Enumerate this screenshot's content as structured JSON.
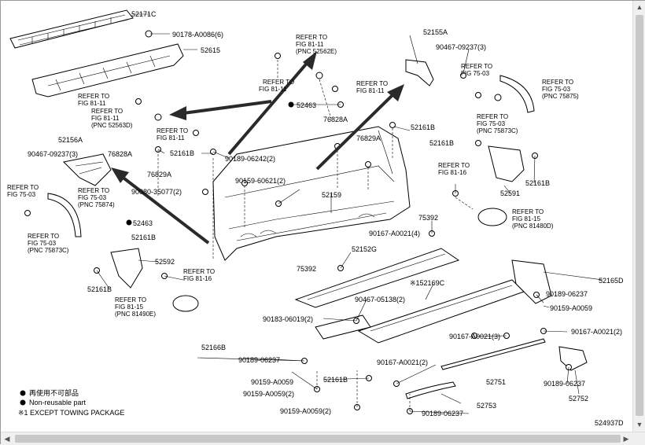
{
  "diagram": {
    "drawing_id": "524937D",
    "parts": {
      "p52171C": "52171C",
      "p90178": "90178-A0086(6)",
      "p52615": "52615",
      "p52155A": "52155A",
      "p90467_r": "90467-09237(3)",
      "p52463_a": "52463",
      "p76828A_r": "76828A",
      "p52161B_a": "52161B",
      "p52161B_b": "52161B",
      "p76829A_r": "76829A",
      "p52156A": "52156A",
      "p90467_l": "90467-09237(3)",
      "p76828A_l": "76828A",
      "p52161B_c": "52161B",
      "p76829A_l": "76829A",
      "p90189_l": "90189-06242(2)",
      "p90159_60621": "90159-60621(2)",
      "p90080": "90080-35077(2)",
      "p52159": "52159",
      "p52463_b": "52463",
      "p52161B_d": "52161B",
      "p52592": "52592",
      "p52161B_e": "52161B",
      "p52591": "52591",
      "p52161B_f": "52161B",
      "p75392_a": "75392",
      "p90167_a": "90167-A0021(4)",
      "p52152G": "52152G",
      "p75392_b": "75392",
      "p52169C": "※152169C",
      "p90467_05138": "90467-05138(2)",
      "p90183": "90183-06019(2)",
      "p52166B": "52166B",
      "p90189_06237_a": "90189-06237",
      "p90159_A0059_a": "90159-A0059",
      "p90159_A0059_b": "90159-A0059(2)",
      "p90159_A0059_c": "90159-A0059(2)",
      "p52161B_g": "52161B",
      "p90167_b": "90167-A0021(2)",
      "p90167_c": "90167-A0021(3)",
      "p52751": "52751",
      "p52753": "52753",
      "p90189_06237_b": "90189-06237",
      "p52165D": "52165D",
      "p90189_06237_c": "90189-06237",
      "p90159_A0059_d": "90159-A0059",
      "p90167_d": "90167-A0021(2)",
      "p90189_06237_d": "90189-06237",
      "p52752": "52752"
    },
    "refs": {
      "r1": [
        "REFER TO",
        "FIG 81-11",
        "(PNC 52562E)"
      ],
      "r2": [
        "REFER TO",
        "FIG 81-11"
      ],
      "r3": [
        "REFER TO",
        "FIG 81-11"
      ],
      "r4": [
        "REFER TO",
        "FIG 81-11",
        "(PNC 52563D)"
      ],
      "r5": [
        "REFER TO",
        "FIG 81-11"
      ],
      "r6": [
        "REFER TO",
        "FIG 75-03"
      ],
      "r7": [
        "REFER TO",
        "FIG 75-03",
        "(PNC 75875)"
      ],
      "r8": [
        "REFER TO",
        "FIG 75-03",
        "(PNC 75873C)"
      ],
      "r9": [
        "REFER TO",
        "FIG 81-16"
      ],
      "r10": [
        "REFER TO",
        "FIG 81-15",
        "(PNC 81480D)"
      ],
      "r11": [
        "REFER TO",
        "FIG 75-03"
      ],
      "r12": [
        "REFER TO",
        "FIG 75-03",
        "(PNC 75874)"
      ],
      "r13": [
        "REFER TO",
        "FIG 75-03",
        "(PNC 75873C)"
      ],
      "r14": [
        "REFER TO",
        "FIG 81-16"
      ],
      "r15": [
        "REFER TO",
        "FIG 81-15",
        "(PNC 81490E)"
      ]
    },
    "legend": {
      "line1": "再使用不可部品",
      "line2": "Non-reusable part",
      "line3": "※1 EXCEPT TOWING PACKAGE"
    }
  },
  "scrollbars": {
    "up_arrow": "▲",
    "down_arrow": "▼",
    "left_arrow": "◀",
    "right_arrow": "▶"
  }
}
